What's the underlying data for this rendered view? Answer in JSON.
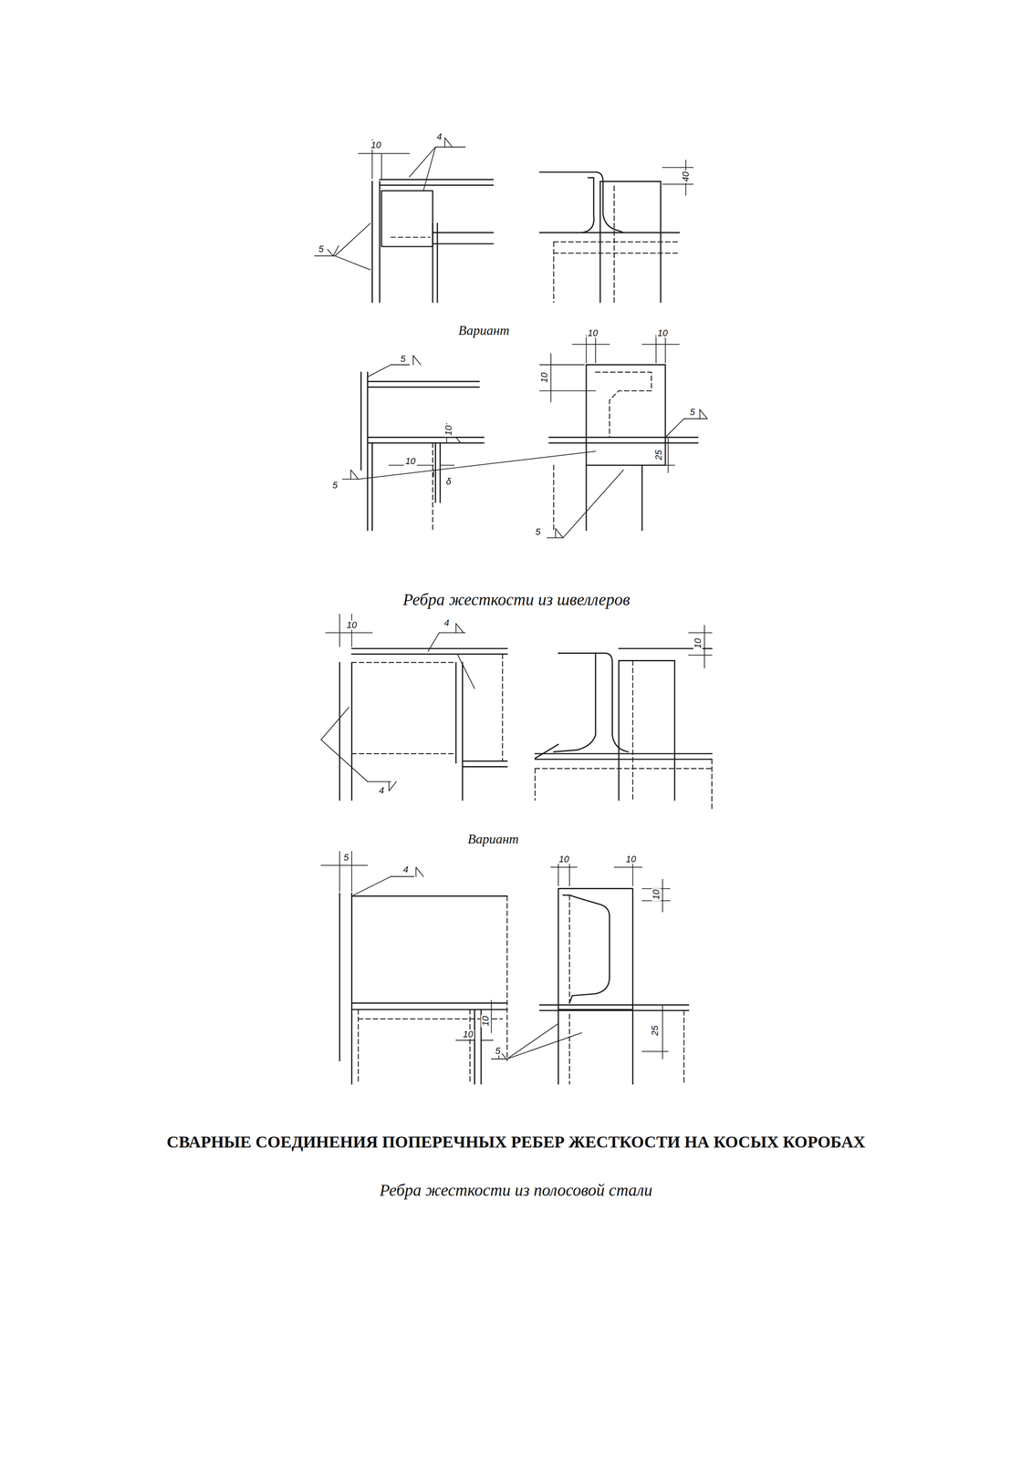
{
  "diagram": {
    "title": "СВАРНЫЕ СОЕДИНЕНИЯ ПОПЕРЕЧНЫХ РЕБЕР ЖЕСТКОСТИ НА КОСЫХ КОРОБАХ",
    "caption": "Ребра жесткости из полосовой стали",
    "labels": [
      "10",
      "4",
      "5",
      "40",
      "Вариант",
      "5",
      "10",
      "10",
      "10",
      "10",
      "10",
      "δ",
      "5",
      "25",
      "5",
      "5",
      "Ребра жесткости из швеллеров",
      "10",
      "4",
      "10",
      "4",
      "Вариант",
      "5",
      "4",
      "10",
      "10",
      "10",
      "10",
      "10",
      "5",
      "25"
    ]
  }
}
